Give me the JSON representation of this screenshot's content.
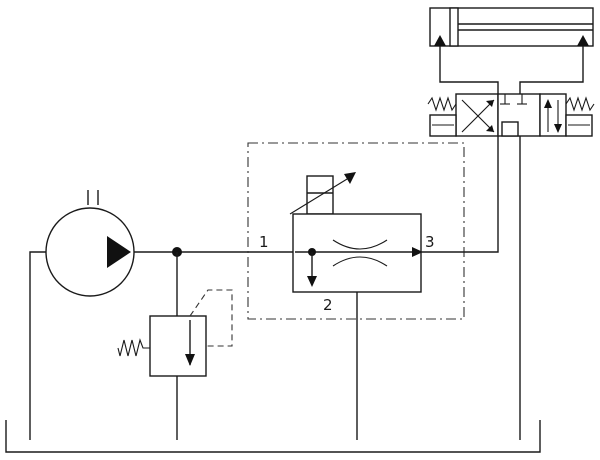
{
  "diagram": {
    "ports": {
      "port_1": "1",
      "port_2": "2",
      "port_3": "3"
    },
    "components": [
      {
        "id": "pump",
        "kind": "hydraulic-pump"
      },
      {
        "id": "relief-valve",
        "kind": "pressure-relief-valve"
      },
      {
        "id": "flow-control-valve",
        "kind": "three-way-flow-control-valve"
      },
      {
        "id": "directional-valve",
        "kind": "3-position-directional-valve"
      },
      {
        "id": "cylinder",
        "kind": "double-acting-cylinder"
      },
      {
        "id": "tank",
        "kind": "reservoir"
      }
    ],
    "colors": {
      "line": "#1a1a1a",
      "background": "#ffffff"
    }
  }
}
